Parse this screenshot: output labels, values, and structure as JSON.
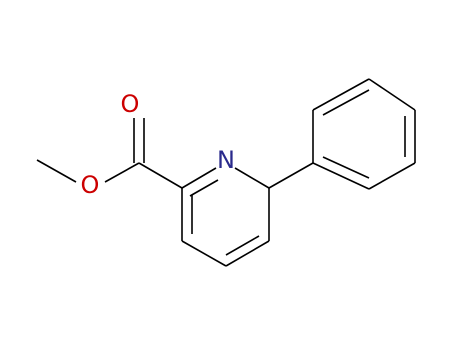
{
  "molecule": {
    "atoms": {
      "nitrogen": {
        "symbol": "N",
        "color": "#2a2a8c"
      },
      "carbonyl_oxygen": {
        "symbol": "O",
        "color": "#cc0000"
      },
      "ester_oxygen": {
        "symbol": "O",
        "color": "#cc0000"
      }
    },
    "bond_color": "#000000"
  }
}
